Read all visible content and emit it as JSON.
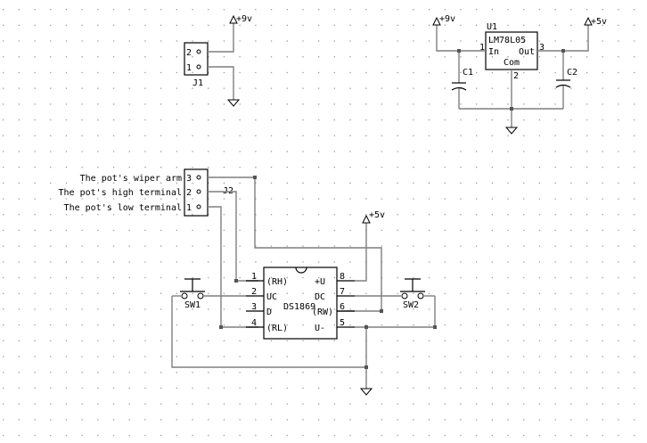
{
  "schematic": {
    "power_labels": {
      "j1_supply": "+9v",
      "reg_in_supply": "+9v",
      "reg_out_supply": "+5v",
      "ic_supply": "+5v"
    },
    "j1": {
      "ref": "J1",
      "pins": [
        "2",
        "1"
      ]
    },
    "regulator": {
      "ref": "U1",
      "part": "LM78L05",
      "in_label": "In",
      "out_label": "Out",
      "com_label": "Com",
      "pin_in": "1",
      "pin_out": "3",
      "pin_com": "2"
    },
    "capacitors": [
      "C1",
      "C2"
    ],
    "j2": {
      "ref": "J2",
      "pins": [
        "3",
        "2",
        "1"
      ],
      "descriptions": [
        "The pot's wiper arm",
        "The pot's high terminal",
        "The pot's low terminal"
      ]
    },
    "ic": {
      "part": "DS1869",
      "left_pin_numbers": [
        "1",
        "2",
        "3",
        "4"
      ],
      "right_pin_numbers": [
        "8",
        "7",
        "6",
        "5"
      ],
      "left_pin_labels": [
        "(RH)",
        "UC",
        "D",
        "(RL)"
      ],
      "right_pin_labels": [
        "+U",
        "DC",
        "(RW)",
        "U-"
      ]
    },
    "switches": [
      "SW1",
      "SW2"
    ]
  }
}
